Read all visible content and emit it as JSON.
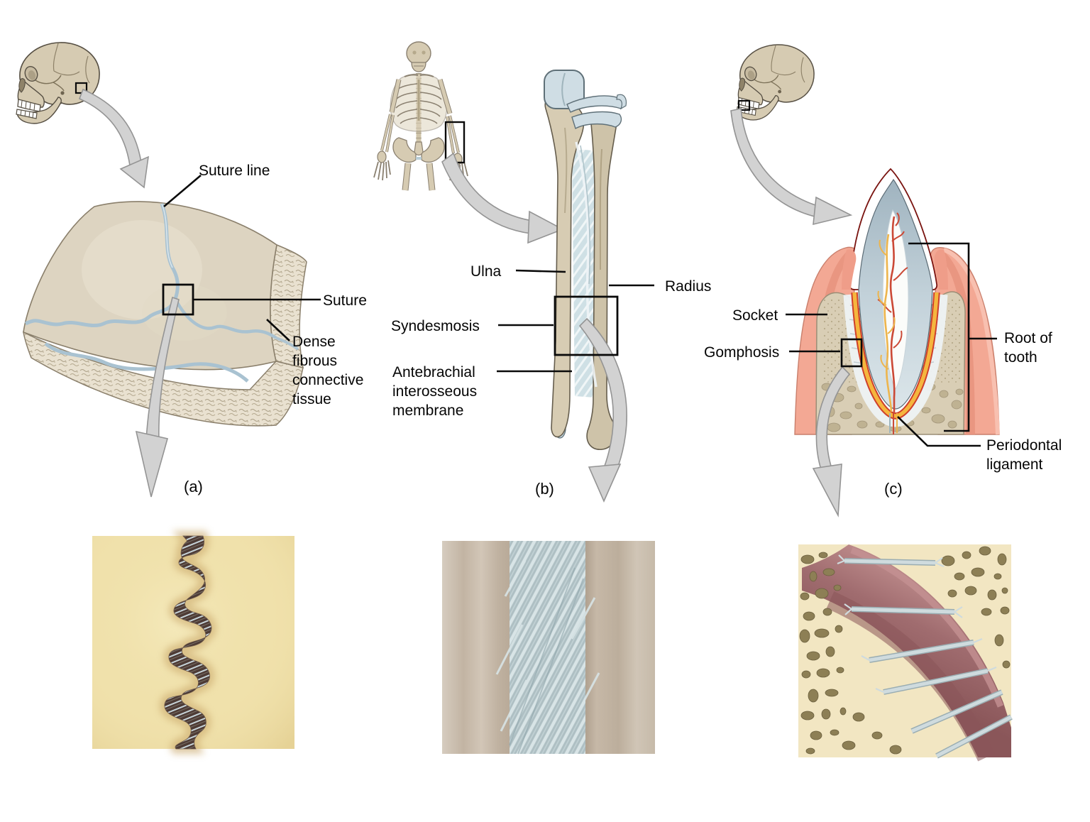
{
  "figure_type": "anatomy-diagram-fibrous-joints",
  "colors": {
    "background": "#ffffff",
    "bone": "#d6cbb2",
    "bone_dark_outline": "#564f43",
    "suture_blue": "#a9c2d1",
    "membrane_blue": "#cfe0e5",
    "arrow_gray": "#d2d2d2",
    "arrow_gray_outline": "#949494",
    "gum_pink": "#f3a894",
    "ligament_orange": "#f5b63e",
    "ligament_red": "#cf3f2b",
    "pulp_vessel_red": "#cb4936",
    "pulp_vessel_yellow": "#edb54d",
    "label_text": "#050505"
  },
  "panels": {
    "a": {
      "caption": "(a)",
      "suture_line_label": "Suture line",
      "suture_label": "Suture",
      "dense_fibrous_label": "Dense\nfibrous\nconnective\ntissue"
    },
    "b": {
      "caption": "(b)",
      "ulna_label": "Ulna",
      "radius_label": "Radius",
      "syndesmosis_label": "Syndesmosis",
      "membrane_label": "Antebrachial\ninterosseous\nmembrane"
    },
    "c": {
      "caption": "(c)",
      "socket_label": "Socket",
      "gomphosis_label": "Gomphosis",
      "root_label": "Root of\ntooth",
      "periodontal_label": "Periodontal\nligament"
    }
  }
}
